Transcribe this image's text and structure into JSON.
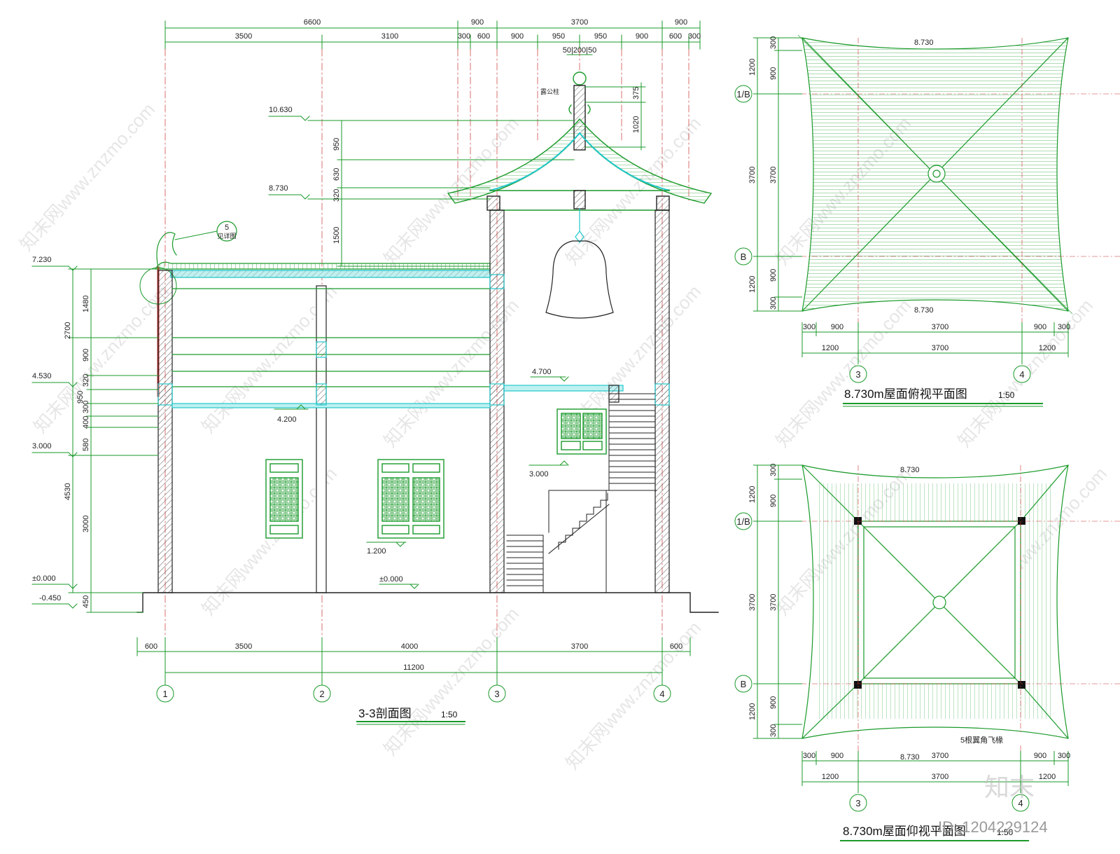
{
  "section": {
    "title": "3-3剖面图",
    "scale": "1:50",
    "top_dims_row1": [
      "6600",
      "900",
      "3700",
      "900"
    ],
    "top_dims_row2": [
      "3500",
      "3100",
      "300",
      "600",
      "900",
      "950",
      "950",
      "900",
      "600",
      "300"
    ],
    "top_dims_small": "50|200|50",
    "finial_label": "露公柱",
    "finial_dims": [
      "375",
      "1020"
    ],
    "mid_vertical_dims": [
      "950",
      "630",
      "320",
      "1500"
    ],
    "left_vertical_dims": [
      "1480",
      "2700",
      "900",
      "320",
      "950",
      "300",
      "400",
      "580",
      "4530",
      "3000",
      "450"
    ],
    "left_levels": [
      "7.230",
      "4.530",
      "3.000",
      "±0.000",
      "-0.450"
    ],
    "tower_levels": [
      "10.630",
      "8.730"
    ],
    "inner_levels": [
      "4.700",
      "4.200",
      "3.000",
      "1.200",
      "±0.000"
    ],
    "bottom_dims_row1": [
      "600",
      "3500",
      "4000",
      "3700",
      "600"
    ],
    "bottom_total": "11200",
    "grid_axes": [
      "1",
      "2",
      "3",
      "4"
    ],
    "callout": {
      "number": "5",
      "text": "见详图"
    }
  },
  "plan_top": {
    "title": "8.730m屋面俯视平面图",
    "scale": "1:50",
    "eave_level": "8.730",
    "side_dims": [
      "300",
      "900",
      "1200",
      "3700",
      "900",
      "1200",
      "300"
    ],
    "bottom_dims_row1": [
      "300",
      "900",
      "3700",
      "900",
      "300"
    ],
    "bottom_dims_row2": [
      "1200",
      "3700",
      "1200"
    ],
    "axes_side": [
      "1/B",
      "B"
    ],
    "axes_bottom": [
      "3",
      "4"
    ]
  },
  "plan_bottom": {
    "title": "8.730m屋面仰视平面图",
    "scale": "1:50",
    "eave_level": "8.730",
    "side_dims": [
      "300",
      "900",
      "1200",
      "3700",
      "900",
      "1200",
      "300"
    ],
    "bottom_dims_row1": [
      "300",
      "900",
      "3700",
      "900",
      "300"
    ],
    "bottom_dims_row2": [
      "1200",
      "3700",
      "1200"
    ],
    "axes_side": [
      "1/B",
      "B"
    ],
    "axes_bottom": [
      "3",
      "4"
    ],
    "note": "5根翼角飞椽"
  },
  "watermark": {
    "text": "知末网www.znzmo.com",
    "logo": "知末",
    "id": "ID: 1204229124"
  },
  "colors": {
    "line_green": "#1a9a2a",
    "bright_green": "#22cc22",
    "cyan": "#22c8cc",
    "dark": "#222222",
    "red_dash": "#cc3333"
  }
}
